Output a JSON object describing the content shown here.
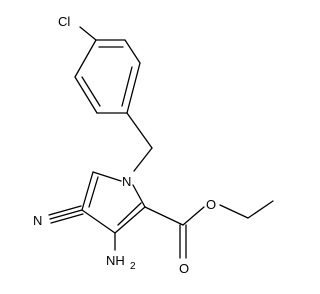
{
  "molecule": {
    "labels": {
      "chlorine": "Cl",
      "pyrrole_nitrogen": "N",
      "nitrile_nitrogen": "N",
      "amino": "NH",
      "amino_subscript": "2",
      "ester_oxygen": "O",
      "carbonyl_oxygen": "O"
    }
  },
  "colors": {
    "bond": "#000000",
    "label": "#000000",
    "background": "#ffffff"
  }
}
